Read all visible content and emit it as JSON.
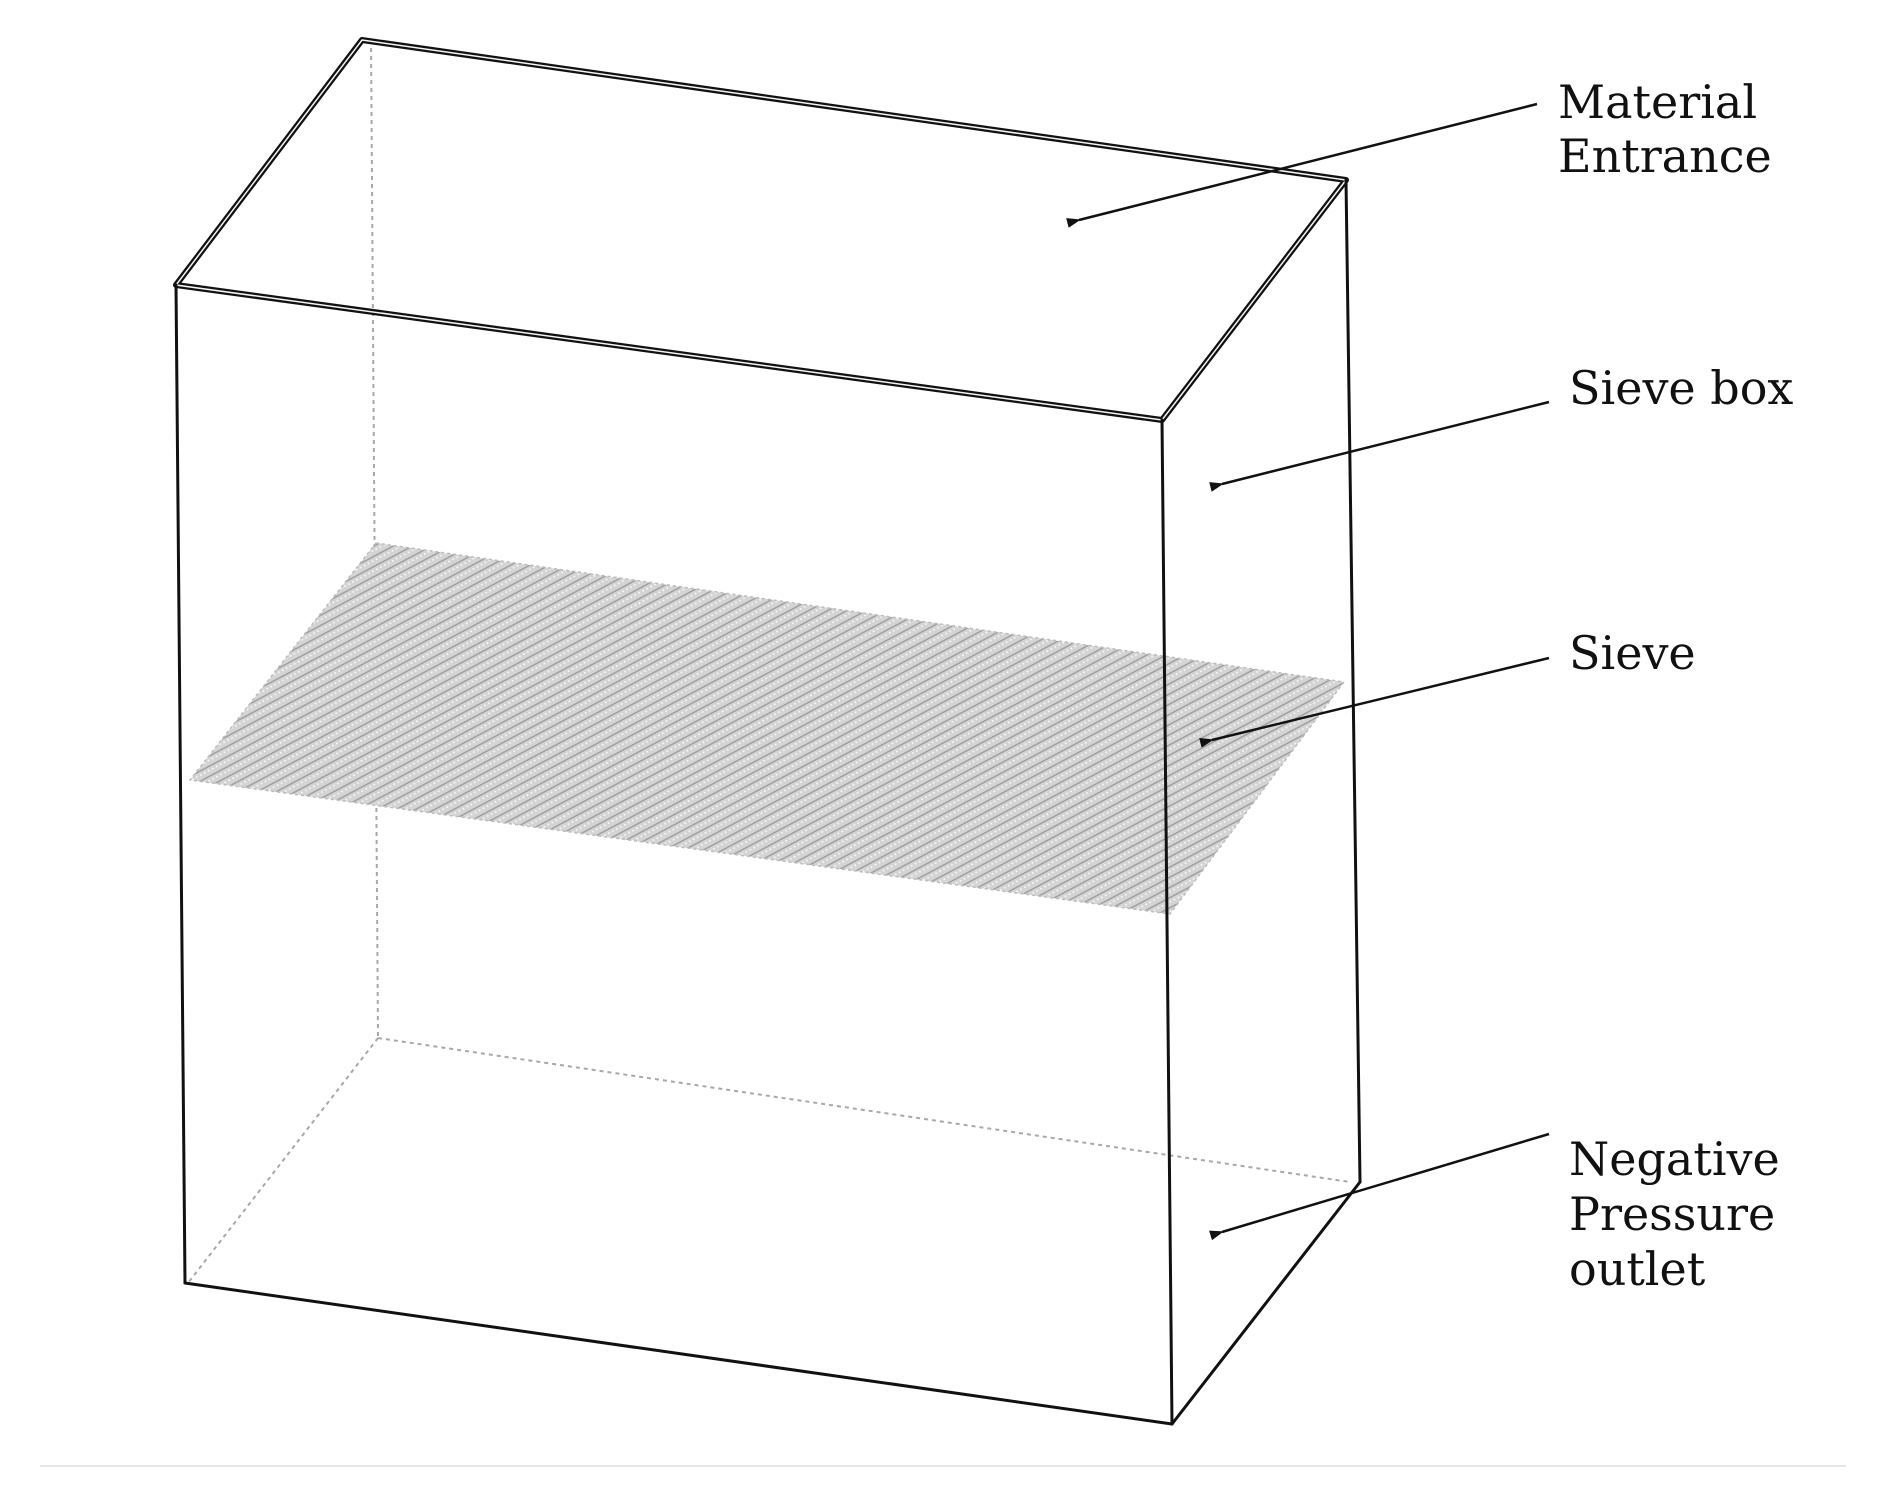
{
  "labels": {
    "material_entrance": [
      "Material",
      "Entrance"
    ],
    "sieve_box": [
      "Sieve box"
    ],
    "sieve": [
      "Sieve"
    ],
    "negative_pressure_outlet": [
      "Negative",
      "Pressure",
      "outlet"
    ]
  },
  "colors": {
    "line": "#111111",
    "hidden_line": "#a8a8a8",
    "sieve_mesh": "#b5b5b5",
    "background": "#ffffff"
  }
}
